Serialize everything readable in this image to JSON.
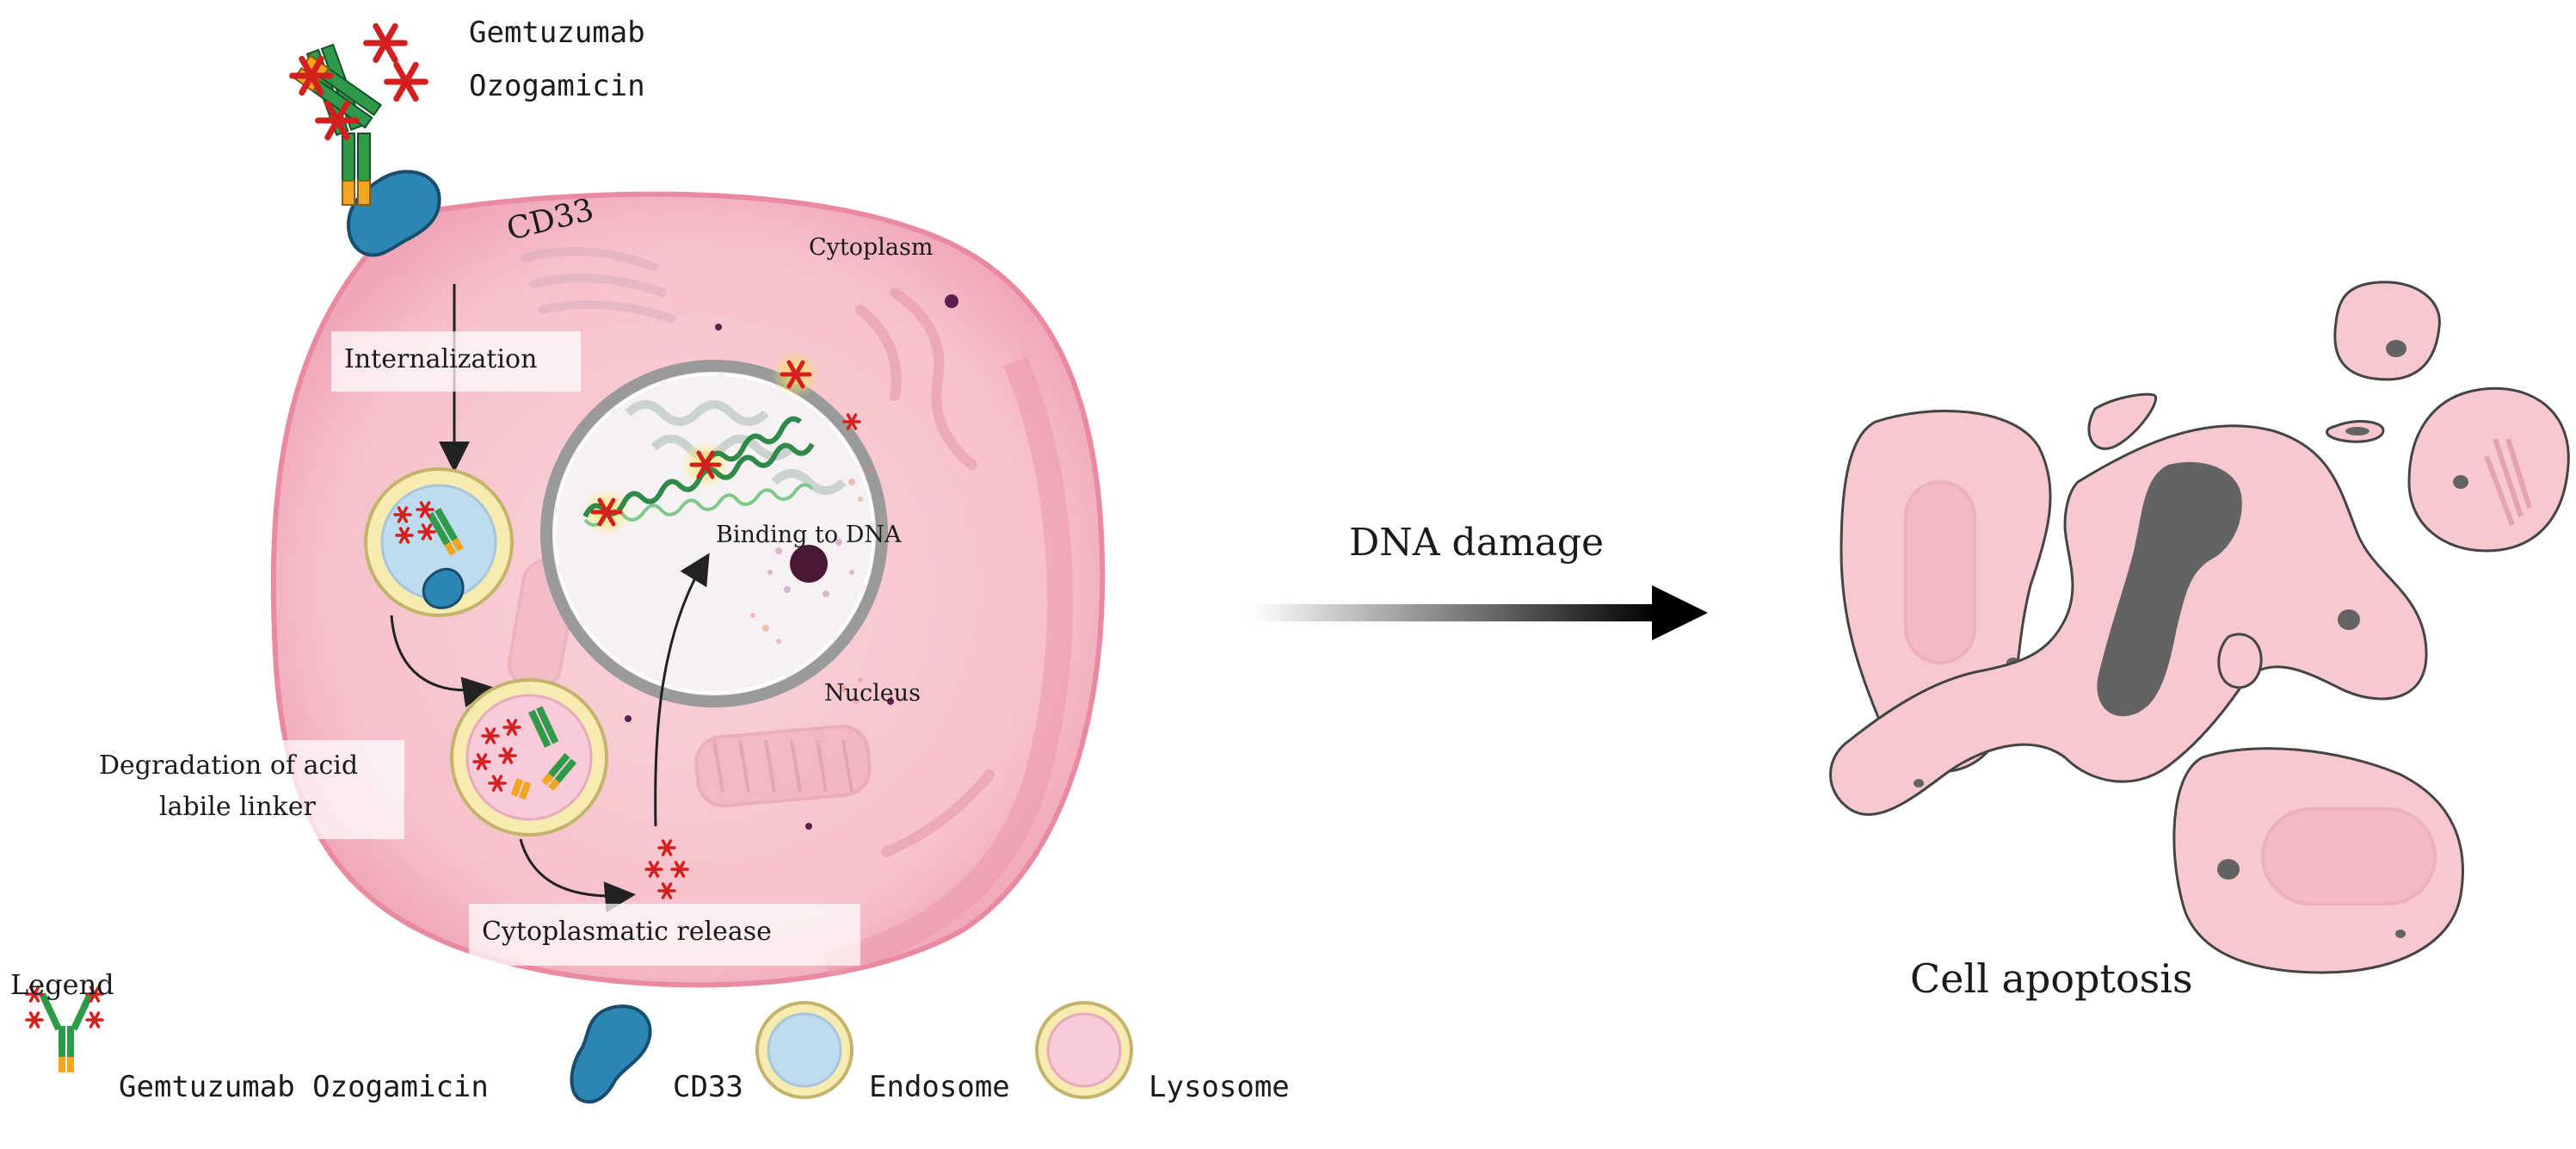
{
  "drug": {
    "name_line1": "Gemtuzumab",
    "name_line2": "Ozogamicin"
  },
  "labels": {
    "cd33": "CD33",
    "cytoplasm": "Cytoplasm",
    "internalization": "Internalization",
    "binding": "Binding to DNA",
    "nucleus": "Nucleus",
    "degradation_line1": "Degradation  of acid",
    "degradation_line2": "labile linker",
    "release": "Cytoplasmatic release",
    "dna_damage": "DNA damage",
    "apoptosis": "Cell apoptosis"
  },
  "legend": {
    "title": "Legend",
    "items": [
      {
        "label": "Gemtuzumab Ozogamicin",
        "icon": "antibody-drug-conjugate-icon"
      },
      {
        "label": "CD33",
        "icon": "cd33-receptor-icon"
      },
      {
        "label": "Endosome",
        "icon": "endosome-icon"
      },
      {
        "label": "Lysosome",
        "icon": "lysosome-icon"
      }
    ]
  },
  "colors": {
    "cell_fill": "#f8c6cf",
    "cell_rim": "#e98aa0",
    "antibody_green": "#2f9a4a",
    "antibody_orange": "#f2a51f",
    "payload_red": "#d41f1f",
    "cd33_blue": "#2c86b4",
    "vesicle_ring": "#f6ebb0",
    "endosome_fill": "#bfdcef",
    "lysosome_fill": "#f7cbd8",
    "apoptotic_fill": "#f7c9cf",
    "apoptotic_core": "#636363"
  }
}
